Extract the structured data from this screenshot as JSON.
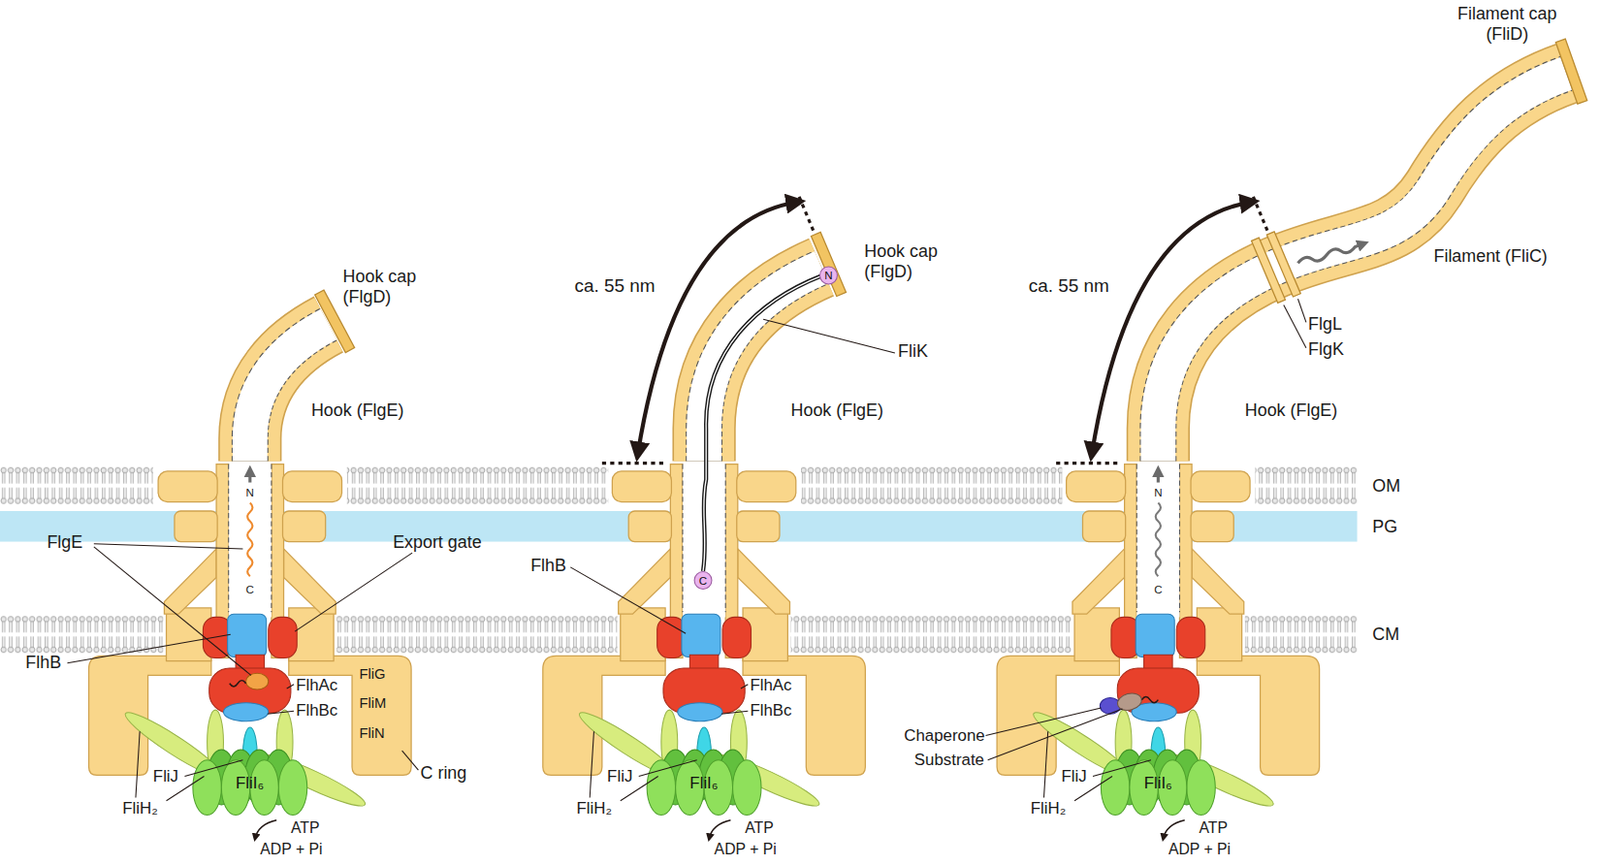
{
  "diagram": {
    "nodes": [
      {
        "text": [
          "FliI₆"
        ]
      },
      {
        "text": [
          "N"
        ]
      },
      {
        "text": [
          "C"
        ]
      },
      {
        "text": [
          "FliI₆"
        ]
      },
      {
        "text": [
          "FliI₆"
        ]
      }
    ],
    "labels": [
      "Filament cap (FliD)",
      "Hook cap (FlgD)",
      "Hook (FlgE)",
      "ca. 55 nm",
      "Hook cap (FlgD)",
      "FliK",
      "Hook (FlgE)",
      "ca. 55 nm",
      "Filament (FliC)",
      "FlgL",
      "FlgK",
      "Hook (FlgE)",
      "OM",
      "PG",
      "N",
      "C",
      "N",
      "C",
      "FlgE",
      "Export gate",
      "FlhB",
      "CM",
      "FlhAc",
      "FlhBc",
      "FliG",
      "FliM",
      "FliN",
      "C ring",
      "FliJ",
      "FliH₂",
      "ATP",
      "ADP + Pi",
      "FlhB",
      "FlhAc",
      "FlhBc",
      "FliJ",
      "FliH₂",
      "ATP",
      "ADP + Pi",
      "Chaperone",
      "Substrate",
      "FliJ",
      "FliH₂",
      "ATP",
      "ADP + Pi"
    ]
  }
}
